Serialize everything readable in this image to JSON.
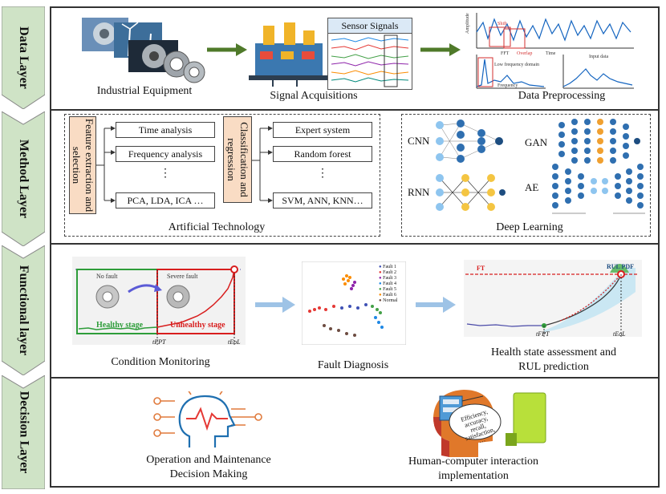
{
  "layers": [
    {
      "label": "Data Layer"
    },
    {
      "label": "Method Layer"
    },
    {
      "label": "Functional layer"
    },
    {
      "label": "Decision Layer"
    }
  ],
  "data_layer": {
    "industrial_equipment": "Industrial Equipment",
    "sensor_signals": "Sensor Signals",
    "signal_acquisitions": "Signal Acquisitions",
    "data_preprocessing": "Data Preprocessing",
    "preproc_labels": {
      "amplitude": "Amplitude",
      "time": "Time",
      "shift": "Shift",
      "overlap": "Overlap",
      "fft": "FFT",
      "low_freq": "Low frequency domain",
      "frequency": "Frequency",
      "input_data": "Input data"
    }
  },
  "method_layer": {
    "feature_box": "Feature extraction and selection",
    "feature_items": [
      "Time analysis",
      "Frequency analysis",
      "⋮",
      "PCA, LDA, ICA …"
    ],
    "classification_box": "Classification and regression",
    "classification_items": [
      "Expert system",
      "Random forest",
      "⋮",
      "SVM, ANN, KNN…"
    ],
    "artificial_technology": "Artificial Technology",
    "deep_learning": "Deep Learning",
    "nets": [
      "CNN",
      "GAN",
      "RNN",
      "AE"
    ]
  },
  "functional_layer": {
    "no_fault": "No fault",
    "severe_fault": "Severe fault",
    "healthy_stage": "Healthy stage",
    "unhealthy_stage": "Unhealthy stage",
    "t_fpt": "tFPT",
    "t_eol": "tEoL",
    "condition_monitoring": "Condition Monitoring",
    "fault_legend": [
      "Fault 1",
      "Fault 2",
      "Fault 3",
      "Fault 4",
      "Fault 5",
      "Fault 6",
      "Normal"
    ],
    "fault_colors": [
      "#3f51b5",
      "#e53935",
      "#8e24aa",
      "#1e88e5",
      "#43a047",
      "#fb8c00",
      "#6d4c41"
    ],
    "fault_diagnosis": "Fault Diagnosis",
    "ft": "FT",
    "rul_pdf": "RUL PDF",
    "health_line1": "Health state assessment and",
    "health_line2": "RUL prediction"
  },
  "decision_layer": {
    "om_line1": "Operation and Maintenance",
    "om_line2": "Decision Making",
    "hci_line1": "Human-computer interaction",
    "hci_line2": "implementation",
    "hci_bubble": [
      "Efficiency,",
      "accuracy,",
      "recall,",
      "satisfaction,",
      "…"
    ]
  },
  "colors": {
    "chevron": "#cfe3c6",
    "arrow_green": "#4f7a2a",
    "arrow_blue": "#9ec3e6",
    "healthy": "#2e9d3a",
    "unhealthy": "#d81e1e",
    "peach": "#f9dcc4"
  }
}
